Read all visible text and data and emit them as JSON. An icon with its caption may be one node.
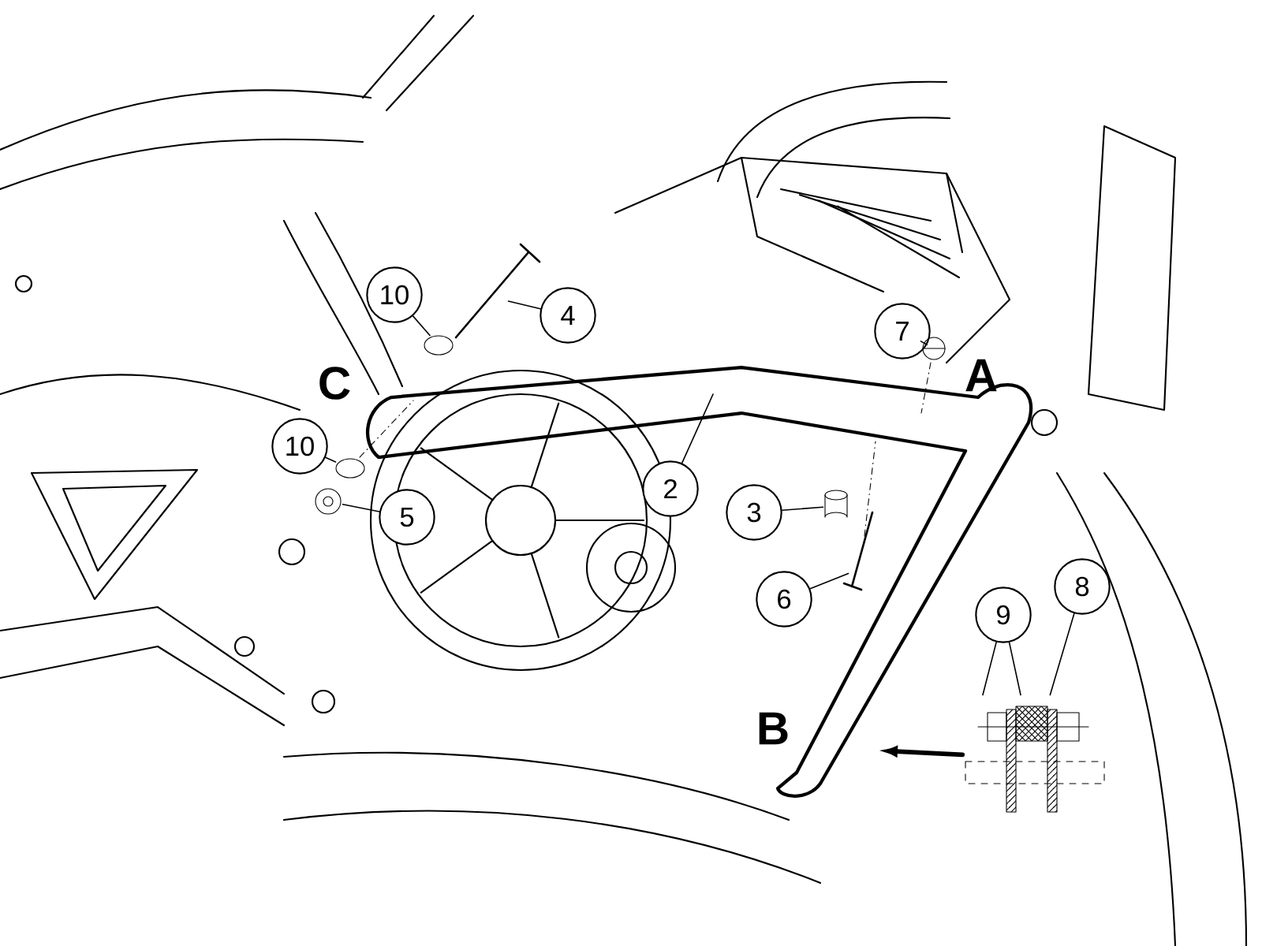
{
  "diagram": {
    "nodes": [
      {
        "text": [
          "10"
        ]
      },
      {
        "text": [
          "4"
        ]
      },
      {
        "text": [
          "7"
        ]
      },
      {
        "text": [
          "10"
        ]
      },
      {
        "text": [
          "5"
        ]
      },
      {
        "text": [
          "2"
        ]
      },
      {
        "text": [
          "3"
        ]
      },
      {
        "text": [
          "6"
        ]
      },
      {
        "text": [
          "9"
        ]
      },
      {
        "text": [
          "8"
        ]
      },
      {
        "text": [],
        "shape": "picture"
      },
      {
        "text": [],
        "shape": "washer"
      },
      {
        "text": [],
        "shape": "bolt"
      },
      {
        "text": [],
        "shape": "nut"
      },
      {
        "text": [],
        "shape": "washer"
      },
      {
        "text": [],
        "shape": "nut"
      },
      {
        "text": [],
        "shape": "spacer"
      },
      {
        "text": [],
        "shape": "bolt"
      }
    ],
    "edges": [
      {
        "from": 0,
        "to": 11,
        "arrow": "none"
      },
      {
        "from": 1,
        "to": 12,
        "arrow": "none"
      },
      {
        "from": 2,
        "to": 13,
        "arrow": "none"
      },
      {
        "from": 3,
        "to": 14,
        "arrow": "none"
      },
      {
        "from": 4,
        "to": 15,
        "arrow": "none"
      },
      {
        "from": 5,
        "to": null,
        "arrow": "none"
      },
      {
        "from": 6,
        "to": 16,
        "arrow": "none"
      },
      {
        "from": 7,
        "to": 17,
        "arrow": "none"
      },
      {
        "from": 8,
        "to": 10,
        "arrow": "none"
      },
      {
        "from": 8,
        "to": 10,
        "arrow": "none"
      },
      {
        "from": 9,
        "to": 10,
        "arrow": "none"
      },
      {
        "from": 10,
        "to": null,
        "arrow": "to",
        "style": "thick"
      }
    ],
    "labels": [
      "C",
      "A",
      "B"
    ]
  }
}
